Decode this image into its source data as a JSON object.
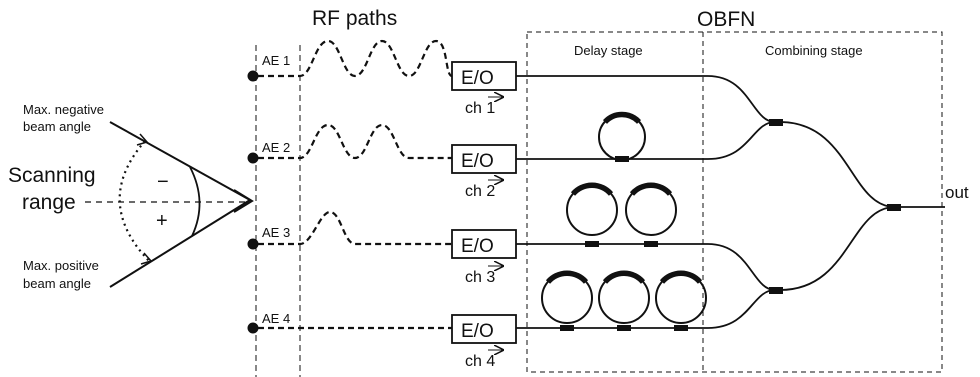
{
  "sections": {
    "rf_paths": "RF paths",
    "obfn": "OBFN",
    "delay_stage": "Delay stage",
    "combining_stage": "Combining stage"
  },
  "scan": {
    "range_line1": "Scanning",
    "range_line2": "range",
    "neg_line1": "Max. negative",
    "neg_line2": "beam angle",
    "pos_line1": "Max. positive",
    "pos_line2": "beam angle",
    "minus": "−",
    "plus": "+"
  },
  "elements": [
    {
      "ae": "AE 1",
      "eo": "E/O",
      "ch": "ch 1",
      "ring_count": 0
    },
    {
      "ae": "AE 2",
      "eo": "E/O",
      "ch": "ch 2",
      "ring_count": 1
    },
    {
      "ae": "AE 3",
      "eo": "E/O",
      "ch": "ch 3",
      "ring_count": 2
    },
    {
      "ae": "AE 4",
      "eo": "E/O",
      "ch": "ch 4",
      "ring_count": 3
    }
  ],
  "output_label": "out",
  "colors": {
    "ink": "#111111",
    "background": "#ffffff"
  }
}
